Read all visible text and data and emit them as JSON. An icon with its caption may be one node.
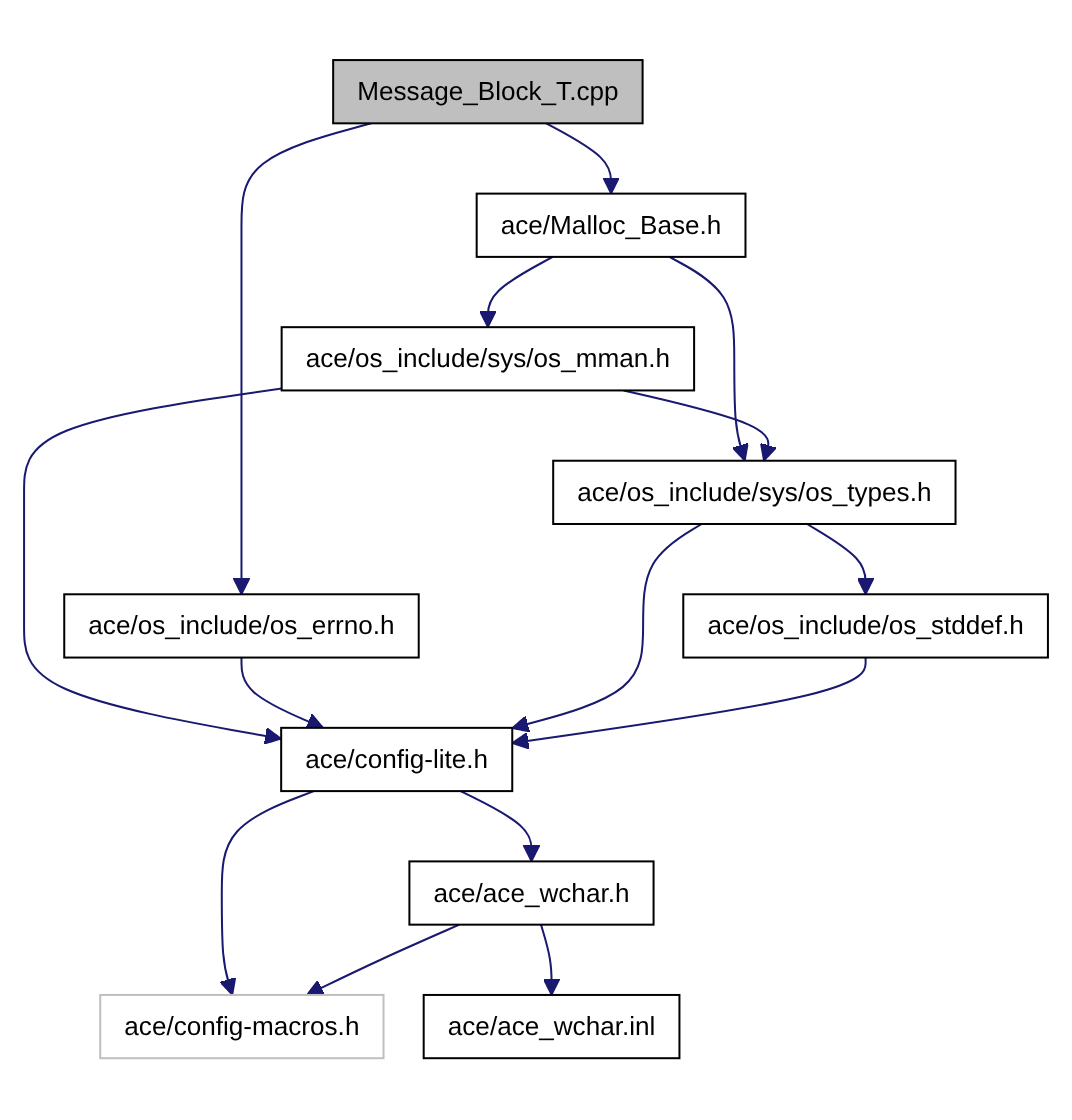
{
  "diagram": {
    "nodes": [
      {
        "text": [
          "Message_Block_T.cpp"
        ]
      },
      {
        "text": [
          "ace/Malloc_Base.h"
        ]
      },
      {
        "text": [
          "ace/os_include/sys/os_mman.h"
        ]
      },
      {
        "text": [
          "ace/os_include/os_errno.h"
        ]
      },
      {
        "text": [
          "ace/os_include/sys/os_types.h"
        ]
      },
      {
        "text": [
          "ace/os_include/os_stddef.h"
        ]
      },
      {
        "text": [
          "ace/config-lite.h"
        ]
      },
      {
        "text": [
          "ace/ace_wchar.h"
        ]
      },
      {
        "text": [
          "ace/config-macros.h"
        ]
      },
      {
        "text": [
          "ace/ace_wchar.inl"
        ]
      }
    ],
    "edges": [
      {
        "from": 0,
        "to": 1,
        "arrow": "to"
      },
      {
        "from": 0,
        "to": 3,
        "arrow": "to"
      },
      {
        "from": 1,
        "to": 2,
        "arrow": "to"
      },
      {
        "from": 1,
        "to": 4,
        "arrow": "to"
      },
      {
        "from": 2,
        "to": 4,
        "arrow": "to"
      },
      {
        "from": 2,
        "to": 6,
        "arrow": "to"
      },
      {
        "from": 3,
        "to": 6,
        "arrow": "to"
      },
      {
        "from": 4,
        "to": 5,
        "arrow": "to"
      },
      {
        "from": 4,
        "to": 6,
        "arrow": "to"
      },
      {
        "from": 5,
        "to": 6,
        "arrow": "to"
      },
      {
        "from": 6,
        "to": 7,
        "arrow": "to"
      },
      {
        "from": 6,
        "to": 8,
        "arrow": "to"
      },
      {
        "from": 7,
        "to": 8,
        "arrow": "to"
      },
      {
        "from": 7,
        "to": 9,
        "arrow": "to"
      }
    ]
  }
}
